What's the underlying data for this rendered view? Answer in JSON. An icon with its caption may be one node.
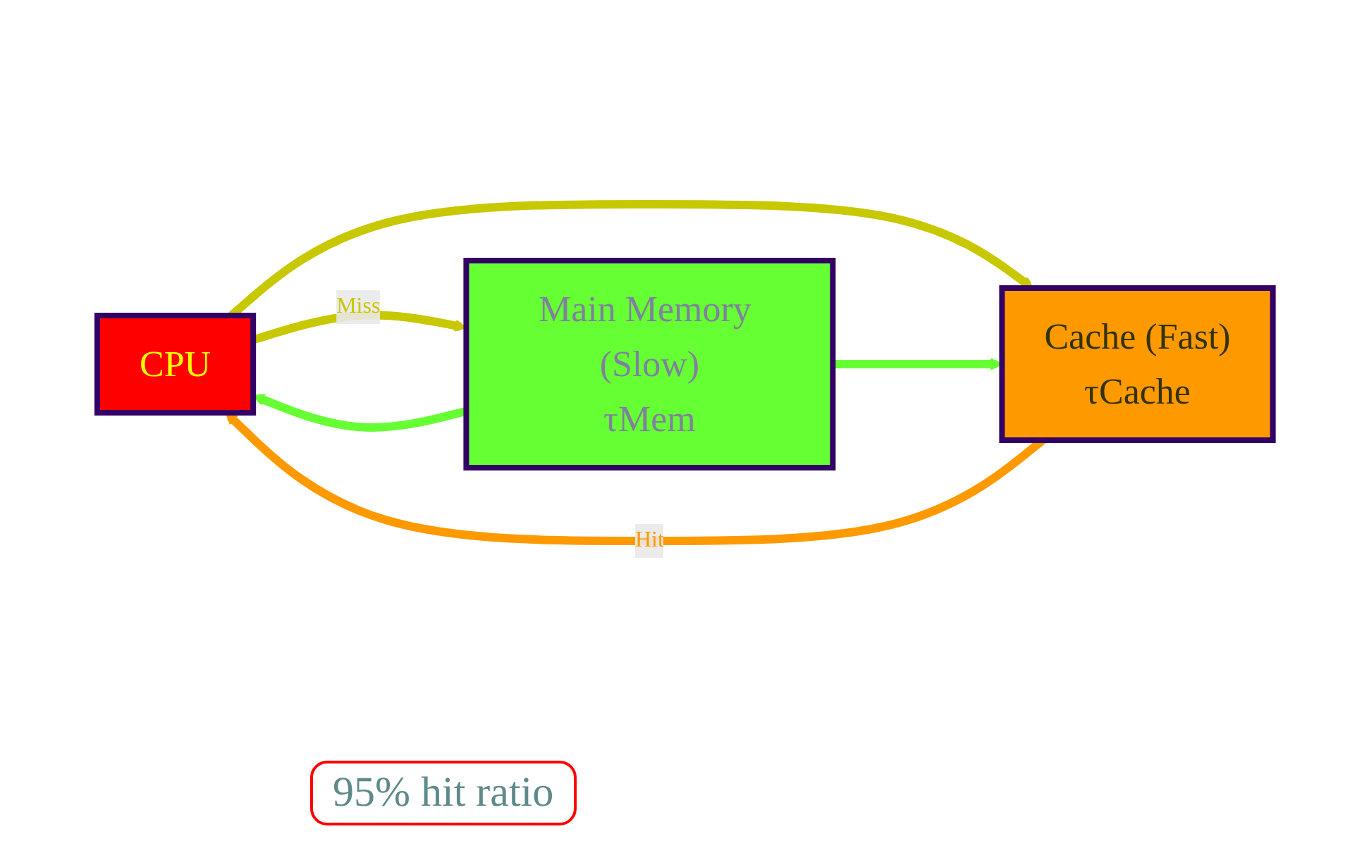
{
  "diagram": {
    "nodes": [
      {
        "text": [
          "CPU"
        ]
      },
      {
        "text": [
          "Cache (Fast)",
          "τCache"
        ]
      },
      {
        "text": [
          "Main Memory (Slow)",
          "τMem"
        ]
      }
    ],
    "edges": [
      {
        "from": 0,
        "to": 2,
        "arrow": "to",
        "label": "Miss",
        "color": "#c8c800"
      },
      {
        "from": 2,
        "to": 0,
        "arrow": "to",
        "color": "#66ff33"
      },
      {
        "from": 0,
        "to": 1,
        "arrow": "to",
        "color": "#c8c800"
      },
      {
        "from": 2,
        "to": 1,
        "arrow": "to",
        "color": "#66ff33"
      },
      {
        "from": 1,
        "to": 0,
        "arrow": "to",
        "label": "Hit",
        "color": "#ff9900"
      }
    ],
    "labels": [
      "95% hit ratio"
    ]
  }
}
